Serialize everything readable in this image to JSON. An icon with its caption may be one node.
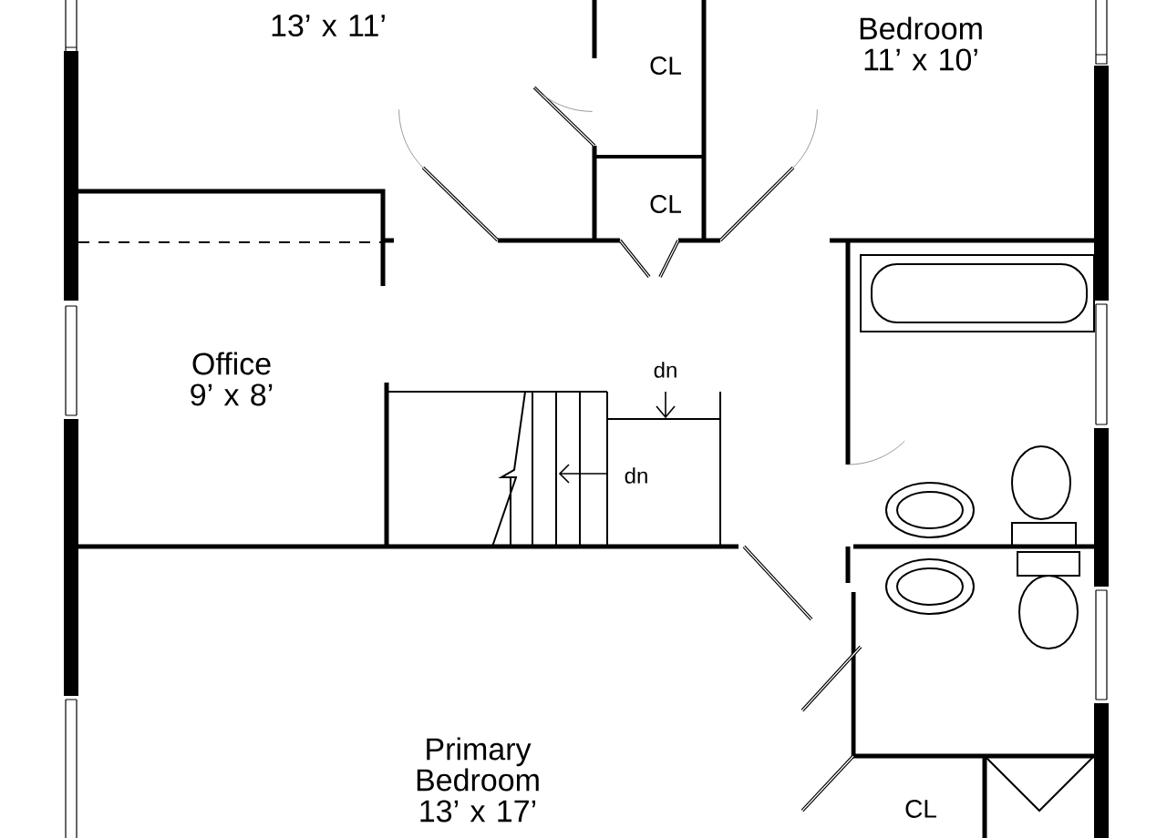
{
  "diagram": {
    "labels": [
      "13’ x 11’",
      "CL",
      "Bedroom 11’ x 10’",
      "CL",
      "Office 9’ x 8’",
      "dn",
      "dn",
      "Primary Bedroom 13’ x 17’",
      "CL"
    ]
  }
}
